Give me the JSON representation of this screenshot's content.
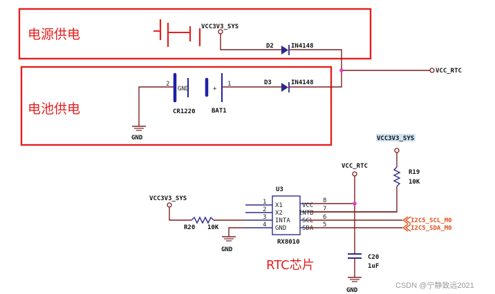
{
  "sections": {
    "power_supply_label": "电源供电",
    "battery_supply_label": "电池供电",
    "rtc_chip_label": "RTC芯片"
  },
  "nets": {
    "vcc3v3_sys_top": "VCC3V3_SYS",
    "vcc3v3_sys_right": "VCC3V3_SYS",
    "vcc3v3_sys_left": "VCC3V3_SYS",
    "vcc_rtc_out": "VCC_RTC",
    "vcc_rtc_in": "VCC_RTC",
    "gnd_battery": "GND",
    "gnd_chip": "GND",
    "gnd_cap": "GND",
    "i2c_scl": "I2C5_SCL_M0",
    "i2c_sda": "I2C5_SDA_M0"
  },
  "components": {
    "d2": {
      "ref": "D2",
      "value": "IN4148"
    },
    "d3": {
      "ref": "D3",
      "value": "IN4148"
    },
    "battery": {
      "ref": "BAT1",
      "value": "CR1220",
      "pin1": "1",
      "pin2": "2",
      "neg": "GND",
      "pos": "+"
    },
    "r19": {
      "ref": "R19",
      "value": "10K"
    },
    "r20": {
      "ref": "R20",
      "value": "10K"
    },
    "c20": {
      "ref": "C20",
      "value": "1uF"
    },
    "u3": {
      "ref": "U3",
      "part": "RX8010",
      "left_pins": [
        {
          "num": "1",
          "name": "X1"
        },
        {
          "num": "2",
          "name": "X2"
        },
        {
          "num": "3",
          "name": "INTA"
        },
        {
          "num": "4",
          "name": "GND"
        }
      ],
      "right_pins": [
        {
          "num": "8",
          "name": "VCC"
        },
        {
          "num": "7",
          "name": "INTB"
        },
        {
          "num": "6",
          "name": "SCL"
        },
        {
          "num": "5",
          "name": "SDA"
        }
      ]
    }
  },
  "watermark": "CSDN @宁静致远2021",
  "colors": {
    "wire": "#7d1e1e",
    "battery_plate": "#1f1fa8",
    "section_box": "#e41f1f",
    "highlight_label": "#cfe3f3",
    "bus_label": "#e0521f",
    "junction": "#e040c0"
  }
}
